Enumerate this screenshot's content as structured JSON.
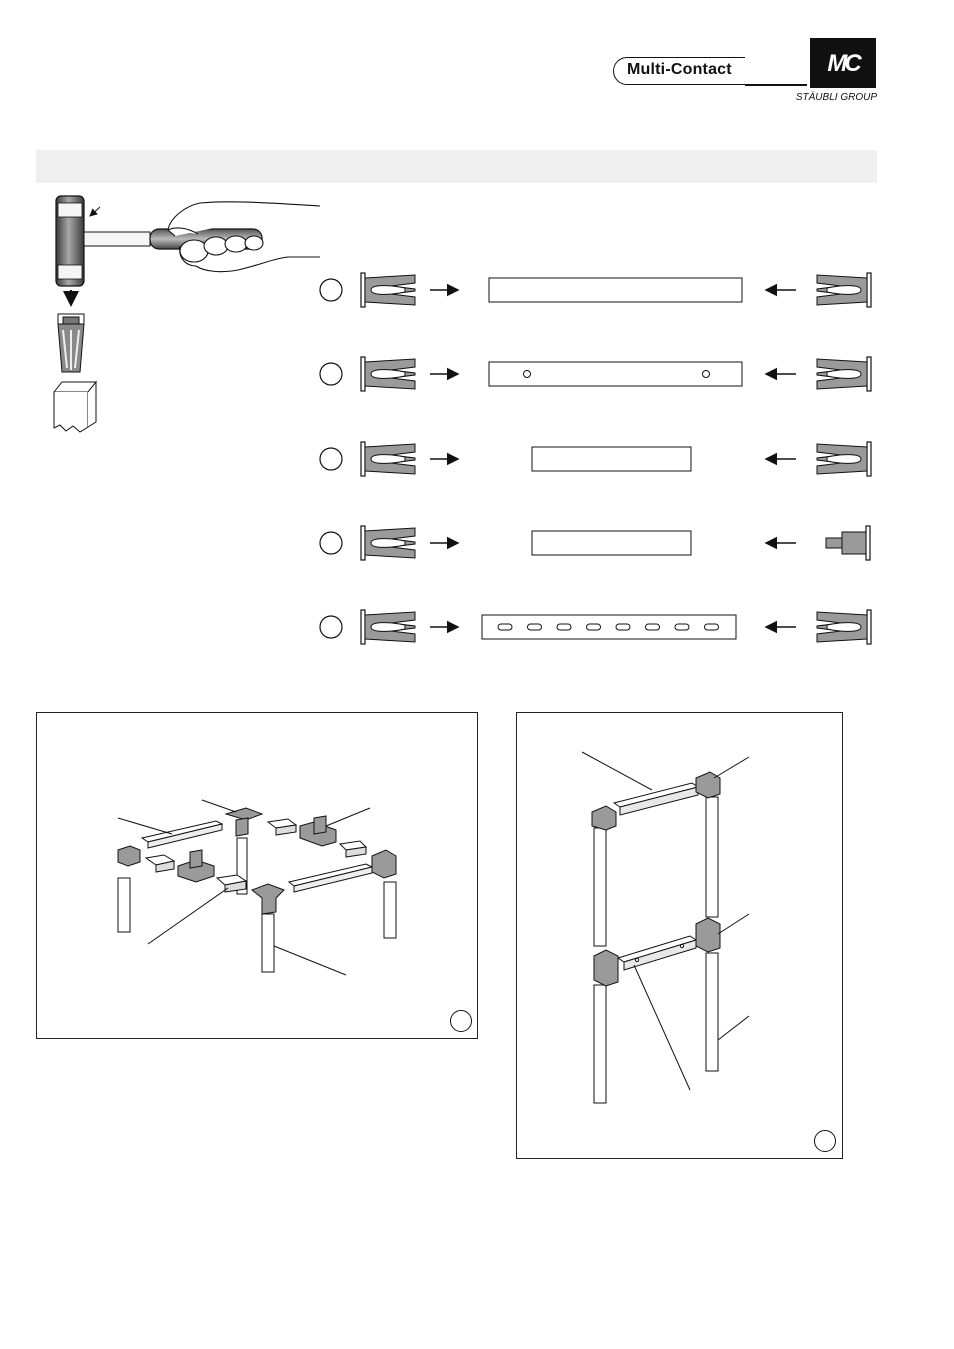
{
  "header": {
    "brand_name": "Multi-Contact",
    "brand_mark": "MC",
    "group_name": "STÄUBLI GROUP"
  },
  "colors": {
    "band": "#efefef",
    "part_fill": "#9a9a9a",
    "line": "#111111"
  },
  "icons": [
    "hammer-icon",
    "hand-icon",
    "end-cap-icon",
    "tube-icon",
    "arrow-right-icon",
    "arrow-left-icon"
  ],
  "profile_rows": [
    {
      "profile": "plain-long",
      "right_end": "end-cap"
    },
    {
      "profile": "two-holes",
      "right_end": "end-cap"
    },
    {
      "profile": "plain-short",
      "right_end": "end-cap"
    },
    {
      "profile": "plain-short",
      "right_end": "plug"
    },
    {
      "profile": "slotted",
      "right_end": "end-cap"
    }
  ]
}
